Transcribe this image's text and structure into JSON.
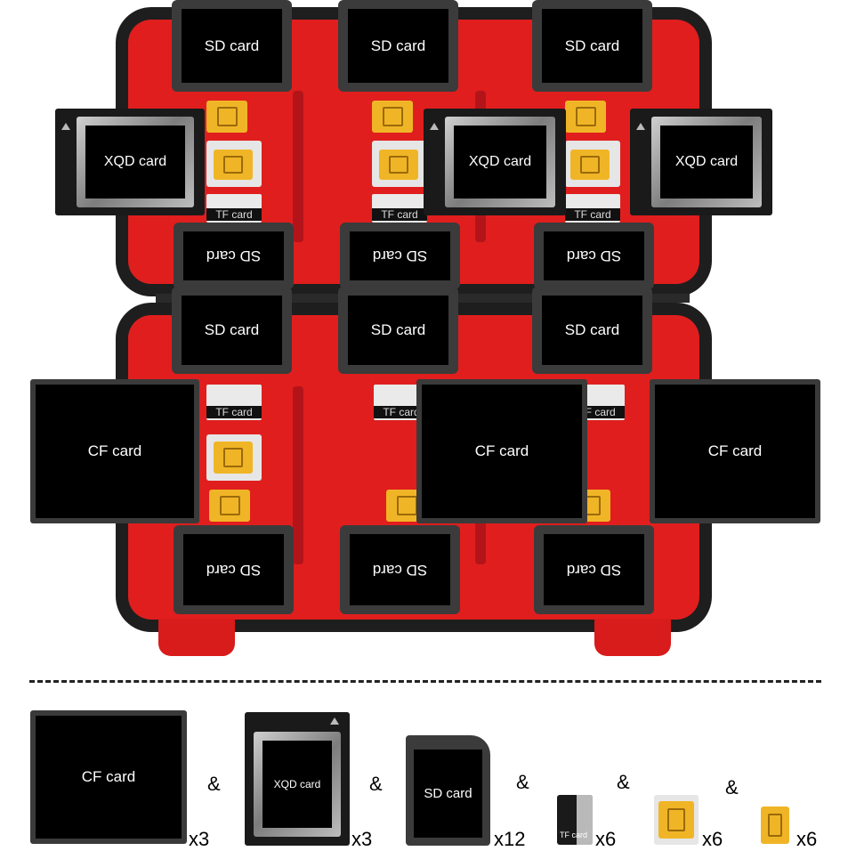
{
  "case": {
    "top_labels": {
      "sd_top": [
        "SD card",
        "SD card",
        "SD card"
      ],
      "xqd": [
        "XQD card",
        "XQD card",
        "XQD card"
      ],
      "tf": [
        "TF card",
        "TF card",
        "TF card"
      ],
      "sd_bottom_flipped": [
        "SD card",
        "SD card",
        "SD card"
      ]
    },
    "bottom_labels": {
      "sd_top": [
        "SD card",
        "SD card",
        "SD card"
      ],
      "tf": [
        "TF card",
        "TF card",
        "TF card"
      ],
      "cf": [
        "CF card",
        "CF card",
        "CF card"
      ],
      "sd_bottom_flipped": [
        "SD card",
        "SD card",
        "SD card"
      ]
    }
  },
  "legend": {
    "cf": {
      "label": "CF card",
      "qty": "x3"
    },
    "xqd": {
      "label": "XQD card",
      "qty": "x3"
    },
    "sd": {
      "label": "SD card",
      "qty": "x12"
    },
    "tf": {
      "label": "TF card",
      "qty": "x6"
    },
    "sim_full": {
      "qty": "x6"
    },
    "sim_nano": {
      "qty": "x6"
    },
    "separator": "&"
  },
  "colors": {
    "case_red": "#e01e1e",
    "case_black": "#1e1e1e",
    "sim_gold": "#f0b526"
  }
}
